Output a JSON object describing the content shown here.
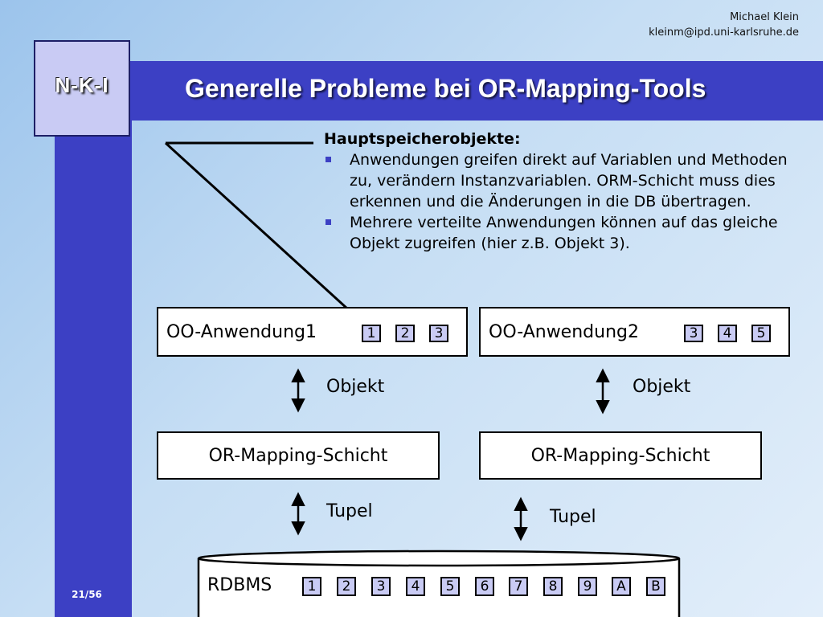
{
  "header": {
    "author_name": "Michael Klein",
    "author_email": "kleinm@ipd.uni-karlsruhe.de",
    "logo": "N-K-I",
    "title": "Generelle Probleme bei OR-Mapping-Tools",
    "page": "21/56"
  },
  "text": {
    "heading": "Hauptspeicherobjekte:",
    "bullets": [
      "Anwendungen greifen direkt auf Variablen und Methoden zu, verändern Instanzvariablen. ORM-Schicht muss dies erkennen und die Änderungen in die DB übertragen.",
      "Mehrere verteilte Anwendungen können auf das gleiche Objekt zugreifen (hier z.B. Objekt 3)."
    ]
  },
  "diagram": {
    "app1": {
      "label": "OO-Anwendung1",
      "objects": [
        "1",
        "2",
        "3"
      ]
    },
    "app2": {
      "label": "OO-Anwendung2",
      "objects": [
        "3",
        "4",
        "5"
      ]
    },
    "link_label_1": "Objekt",
    "link_label_2": "Objekt",
    "mapping1": "OR-Mapping-Schicht",
    "mapping2": "OR-Mapping-Schicht",
    "tupel_label_1": "Tupel",
    "tupel_label_2": "Tupel",
    "db": {
      "label": "RDBMS",
      "items": [
        "1",
        "2",
        "3",
        "4",
        "5",
        "6",
        "7",
        "8",
        "9",
        "A",
        "B"
      ]
    }
  },
  "colors": {
    "accent": "#3c40c4",
    "object_fill": "#c9cbf4"
  }
}
